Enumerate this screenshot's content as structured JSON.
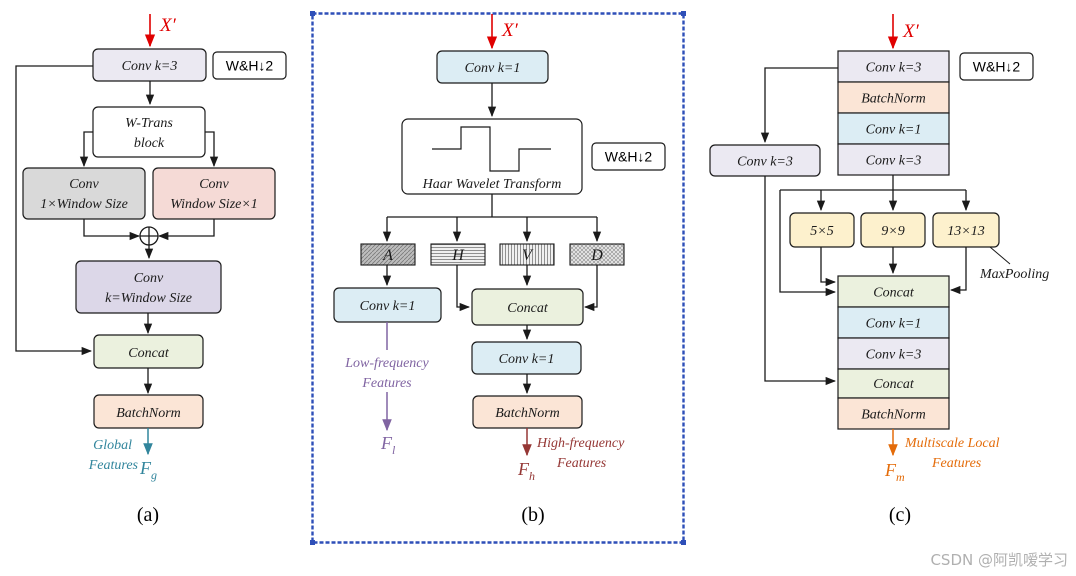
{
  "input_symbol": "X′",
  "badge_label": "W&H↓2",
  "colors": {
    "gray_box": "#ebe9f2",
    "blue_box": "#dcedf4",
    "green_box": "#ebf1de",
    "peach_box": "#fbe5d6",
    "lavender_box": "#dcd7e8",
    "pink_box": "#f5dad6",
    "dark_gray_box": "#d9d9d9",
    "yellow_box": "#fdf1cd",
    "global_text": "#31859c",
    "low_text": "#8064a2",
    "high_text": "#953735",
    "multi_text": "#e46c0a",
    "input_arrow": "#e00000",
    "frame_blue": "#2e4fb8"
  },
  "panel_a": {
    "conv_k3": "Conv k=3",
    "wtrans_line1": "W-Trans",
    "wtrans_line2": "block",
    "conv_left_line1": "Conv",
    "conv_left_line2": "1×Window Size",
    "conv_right_line1": "Conv",
    "conv_right_line2": "Window Size×1",
    "conv_win_line1": "Conv",
    "conv_win_line2": "k=Window Size",
    "concat": "Concat",
    "batchnorm": "BatchNorm",
    "out_caption_line1": "Global",
    "out_caption_line2": "Features",
    "out_symbol": "F",
    "out_sub": "g",
    "caption": "(a)"
  },
  "panel_b": {
    "conv_k1_top": "Conv k=1",
    "haar_label": "Haar Wavelet Transform",
    "band_a": "A",
    "band_h": "H",
    "band_v": "V",
    "band_d": "D",
    "conv_k1_low": "Conv k=1",
    "concat": "Concat",
    "conv_k1_high": "Conv k=1",
    "batchnorm": "BatchNorm",
    "low_caption_line1": "Low-frequency",
    "low_caption_line2": "Features",
    "low_symbol": "F",
    "low_sub": "l",
    "high_caption_line1": "High-frequency",
    "high_caption_line2": "Features",
    "high_symbol": "F",
    "high_sub": "h",
    "caption": "(b)"
  },
  "panel_c": {
    "stack_top": [
      "Conv k=3",
      "BatchNorm",
      "Conv k=1",
      "Conv k=3"
    ],
    "side_conv": "Conv k=3",
    "pool_1": "5×5",
    "pool_2": "9×9",
    "pool_3": "13×13",
    "maxpool_label": "MaxPooling",
    "stack_bottom": [
      "Concat",
      "Conv k=1",
      "Conv k=3",
      "Concat",
      "BatchNorm"
    ],
    "out_caption_line1": "Multiscale Local",
    "out_caption_line2": "Features",
    "out_symbol": "F",
    "out_sub": "m",
    "caption": "(c)"
  },
  "watermark": "CSDN @阿凯嗳学习"
}
